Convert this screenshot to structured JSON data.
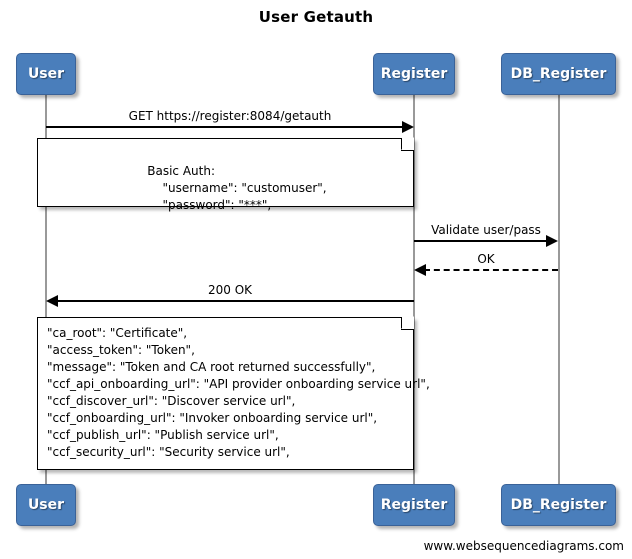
{
  "diagram": {
    "title": "User Getauth",
    "footer": "www.websequencediagrams.com",
    "accent_color": "#4a7ebb",
    "border_color": "#3a6298",
    "lifeline_color": "#999999",
    "background": "#ffffff"
  },
  "actors": [
    {
      "id": "user",
      "label": "User"
    },
    {
      "id": "register",
      "label": "Register"
    },
    {
      "id": "db_register",
      "label": "DB_Register"
    }
  ],
  "actors_bottom": [
    {
      "id": "user",
      "label": "User"
    },
    {
      "id": "register",
      "label": "Register"
    },
    {
      "id": "db_register",
      "label": "DB_Register"
    }
  ],
  "messages": [
    {
      "id": "get-getauth",
      "label": "GET https://register:8084/getauth",
      "from": "user",
      "to": "register",
      "direction": "right",
      "style": "solid"
    },
    {
      "id": "validate",
      "label": "Validate user/pass",
      "from": "register",
      "to": "db_register",
      "direction": "right",
      "style": "solid"
    },
    {
      "id": "ok",
      "label": "OK",
      "from": "db_register",
      "to": "register",
      "direction": "left",
      "style": "dashed"
    },
    {
      "id": "200-ok",
      "label": "200 OK",
      "from": "register",
      "to": "user",
      "direction": "left",
      "style": "solid"
    }
  ],
  "notes": [
    {
      "id": "basic-auth-note",
      "align": "center",
      "text": "Basic Auth:\n    \"username\": \"customuser\",\n    \"password\": \"***\","
    },
    {
      "id": "response-payload-note",
      "align": "left",
      "text": "\"ca_root\": \"Certificate\",\n\"access_token\": \"Token\",\n\"message\": \"Token and CA root returned successfully\",\n\"ccf_api_onboarding_url\": \"API provider onboarding service url\",\n\"ccf_discover_url\": \"Discover service url\",\n\"ccf_onboarding_url\": \"Invoker onboarding service url\",\n\"ccf_publish_url\": \"Publish service url\",\n\"ccf_security_url\": \"Security service url\","
    }
  ]
}
